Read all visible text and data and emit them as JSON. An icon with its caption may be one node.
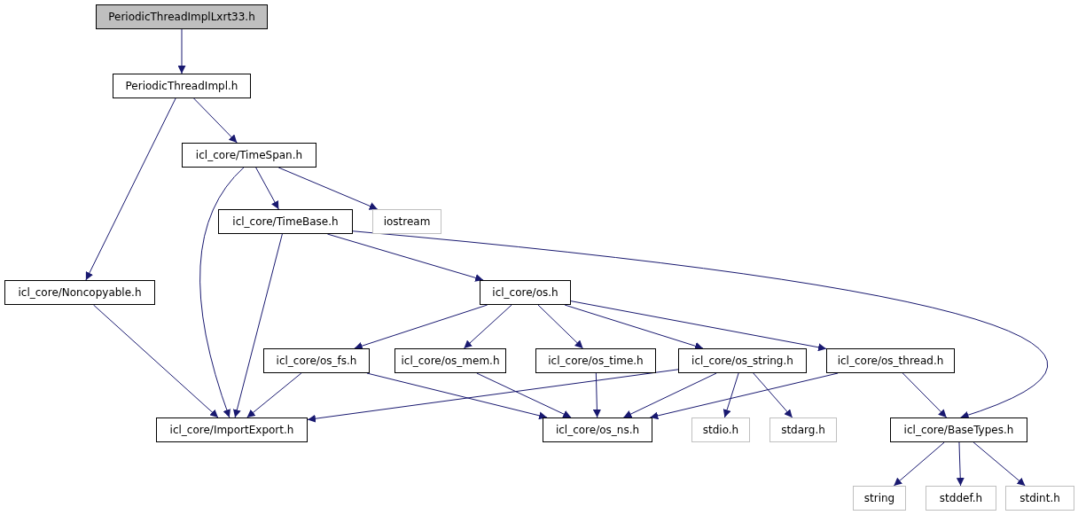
{
  "diagram": {
    "nodes": [
      {
        "text": [
          "PeriodicThreadImplLxrt33.h"
        ]
      },
      {
        "text": [
          "PeriodicThreadImpl.h"
        ]
      },
      {
        "text": [
          "icl_core/TimeSpan.h"
        ]
      },
      {
        "text": [
          "iostream"
        ]
      },
      {
        "text": [
          "icl_core/TimeBase.h"
        ]
      },
      {
        "text": [
          "icl_core/Noncopyable.h"
        ]
      },
      {
        "text": [
          "icl_core/os.h"
        ]
      },
      {
        "text": [
          "icl_core/os_fs.h"
        ]
      },
      {
        "text": [
          "icl_core/os_mem.h"
        ]
      },
      {
        "text": [
          "icl_core/os_time.h"
        ]
      },
      {
        "text": [
          "icl_core/os_string.h"
        ]
      },
      {
        "text": [
          "icl_core/os_thread.h"
        ]
      },
      {
        "text": [
          "icl_core/ImportExport.h"
        ]
      },
      {
        "text": [
          "icl_core/os_ns.h"
        ]
      },
      {
        "text": [
          "stdio.h"
        ]
      },
      {
        "text": [
          "stdarg.h"
        ]
      },
      {
        "text": [
          "icl_core/BaseTypes.h"
        ]
      },
      {
        "text": [
          "string"
        ]
      },
      {
        "text": [
          "stddef.h"
        ]
      },
      {
        "text": [
          "stdint.h"
        ]
      }
    ],
    "edges": [
      {
        "from": 0,
        "to": 1,
        "arrow": "to"
      },
      {
        "from": 1,
        "to": 5,
        "arrow": "to"
      },
      {
        "from": 1,
        "to": 2,
        "arrow": "to"
      },
      {
        "from": 2,
        "to": 12,
        "arrow": "to"
      },
      {
        "from": 2,
        "to": 4,
        "arrow": "to"
      },
      {
        "from": 2,
        "to": 3,
        "arrow": "to"
      },
      {
        "from": 4,
        "to": 12,
        "arrow": "to"
      },
      {
        "from": 4,
        "to": 6,
        "arrow": "to"
      },
      {
        "from": 4,
        "to": 16,
        "arrow": "to"
      },
      {
        "from": 5,
        "to": 12,
        "arrow": "to"
      },
      {
        "from": 6,
        "to": 7,
        "arrow": "to"
      },
      {
        "from": 6,
        "to": 8,
        "arrow": "to"
      },
      {
        "from": 6,
        "to": 9,
        "arrow": "to"
      },
      {
        "from": 6,
        "to": 10,
        "arrow": "to"
      },
      {
        "from": 6,
        "to": 11,
        "arrow": "to"
      },
      {
        "from": 7,
        "to": 12,
        "arrow": "to"
      },
      {
        "from": 7,
        "to": 13,
        "arrow": "to"
      },
      {
        "from": 8,
        "to": 13,
        "arrow": "to"
      },
      {
        "from": 9,
        "to": 13,
        "arrow": "to"
      },
      {
        "from": 10,
        "to": 12,
        "arrow": "to"
      },
      {
        "from": 10,
        "to": 13,
        "arrow": "to"
      },
      {
        "from": 10,
        "to": 14,
        "arrow": "to"
      },
      {
        "from": 10,
        "to": 15,
        "arrow": "to"
      },
      {
        "from": 11,
        "to": 13,
        "arrow": "to"
      },
      {
        "from": 11,
        "to": 16,
        "arrow": "to"
      },
      {
        "from": 16,
        "to": 17,
        "arrow": "to"
      },
      {
        "from": 16,
        "to": 18,
        "arrow": "to"
      },
      {
        "from": 16,
        "to": 19,
        "arrow": "to"
      }
    ]
  }
}
